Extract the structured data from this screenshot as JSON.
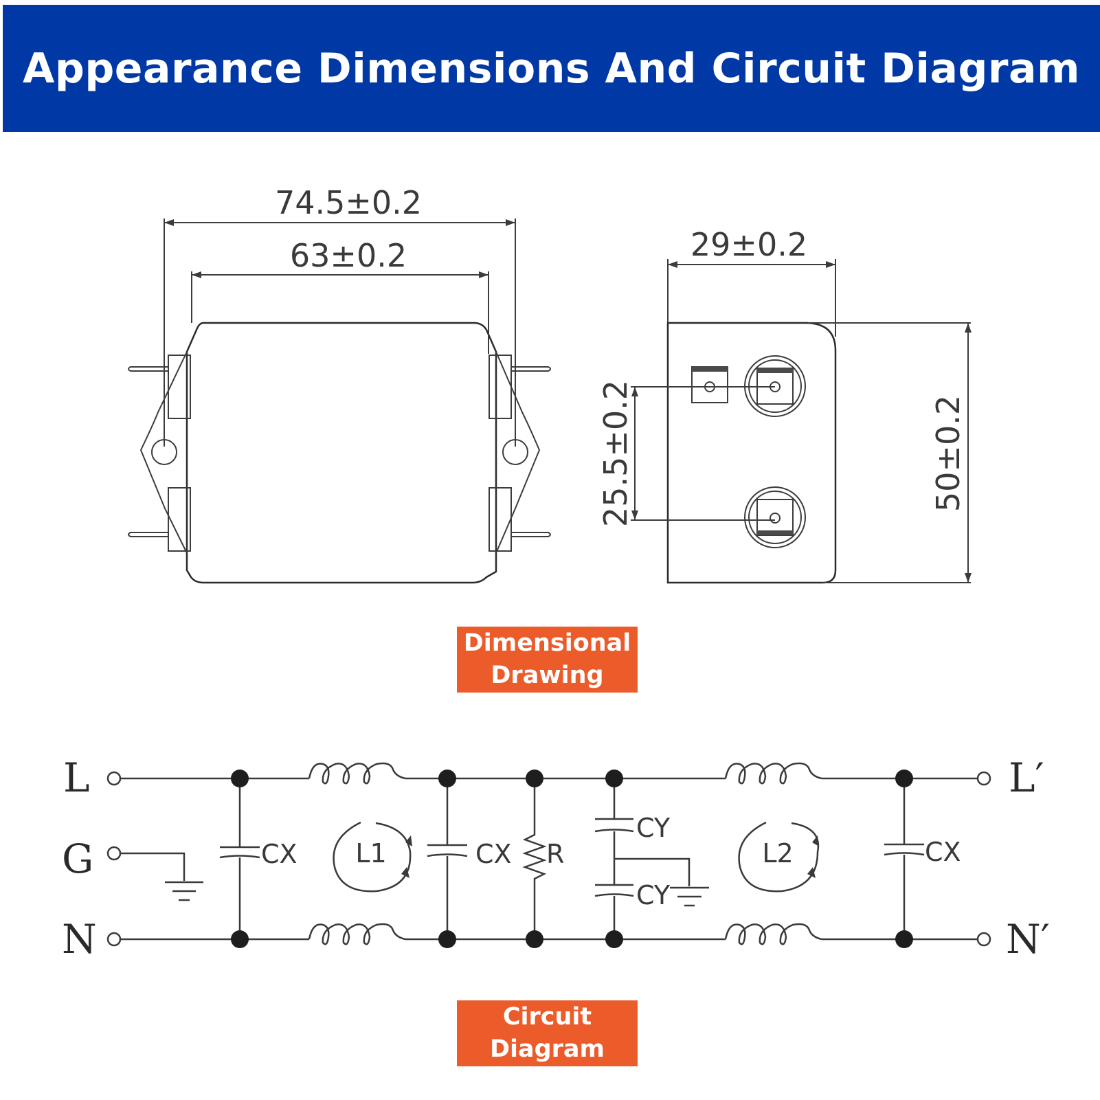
{
  "header": {
    "title": "Appearance Dimensions And Circuit Diagram"
  },
  "colors": {
    "header_bg": "#0039a6",
    "badge_bg": "#ec5b2a"
  },
  "badges": {
    "dimensional": [
      "Dimensional",
      "Drawing"
    ],
    "circuit": [
      "Circuit",
      "Diagram"
    ]
  },
  "dimensions": {
    "overall_width": "74.5±0.2",
    "body_width": "63±0.2",
    "depth": "29±0.2",
    "terminal_spacing": "25.5±0.2",
    "height": "50±0.2"
  },
  "circuit": {
    "inputs": [
      "L",
      "G",
      "N"
    ],
    "outputs": [
      "L′",
      "N′"
    ],
    "components": {
      "cx": "CX",
      "cy": "CY",
      "r": "R",
      "l1": "L1",
      "l2": "L2"
    }
  }
}
